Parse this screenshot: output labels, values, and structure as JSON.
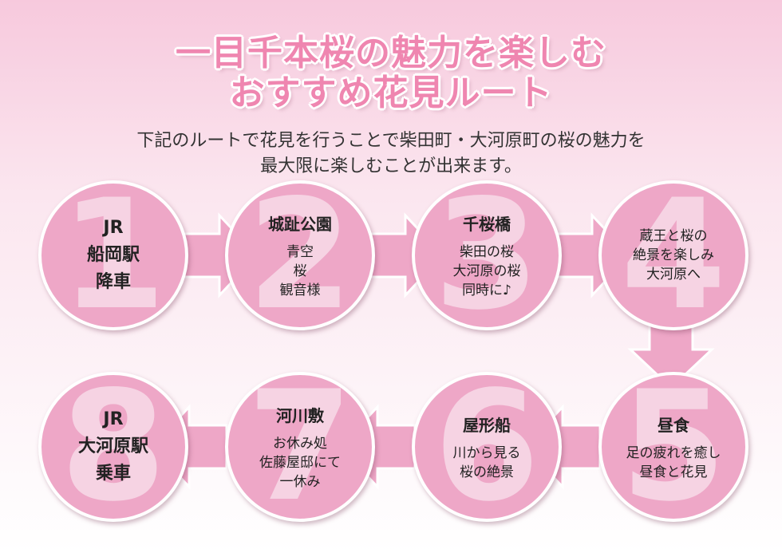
{
  "title": {
    "line1": "一目千本桜の魅力を楽しむ",
    "line2": "おすすめ花見ルート"
  },
  "description": {
    "line1": "下記のルートで花見を行うことで柴田町・大河原町の桜の魅力を",
    "line2": "最大限に楽しむことが出来ます。"
  },
  "colors": {
    "circle": "#eea7c7",
    "number": "#f6d3e3",
    "arrow": "#eea7c7",
    "title": "#ef86b0"
  },
  "steps": [
    {
      "number": "1",
      "lines": [
        "JR",
        "船岡駅",
        "降車"
      ]
    },
    {
      "number": "2",
      "heading": "城趾公園",
      "lines": [
        "青空",
        "桜",
        "観音様"
      ]
    },
    {
      "number": "3",
      "heading": "千桜橋",
      "lines": [
        "柴田の桜",
        "大河原の桜",
        "同時に♪"
      ]
    },
    {
      "number": "4",
      "lines": [
        "蔵王と桜の",
        "絶景を楽しみ",
        "大河原へ"
      ]
    },
    {
      "number": "5",
      "heading": "昼食",
      "lines": [
        "足の疲れを癒し",
        "昼食と花見"
      ]
    },
    {
      "number": "6",
      "heading": "屋形船",
      "lines": [
        "川から見る",
        "桜の絶景"
      ]
    },
    {
      "number": "7",
      "heading": "河川敷",
      "lines": [
        "お休み処",
        "佐藤屋邸にて",
        "一休み"
      ]
    },
    {
      "number": "8",
      "lines": [
        "JR",
        "大河原駅",
        "乗車"
      ]
    }
  ]
}
